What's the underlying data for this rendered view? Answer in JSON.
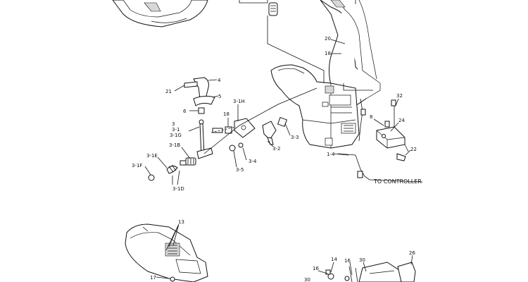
{
  "callouts": {
    "c4": "4",
    "c21": "21",
    "c5": "5",
    "c6": "6",
    "c3_1H": "3-1H",
    "c18a": "18",
    "c3": "3",
    "c3_1": "3-1",
    "c3_1G": "3-1G",
    "c3_1B": "3-1B",
    "c3_1E": "3-1E",
    "c3_1F": "3-1F",
    "c3_1D": "3-1D",
    "c3_5": "3-5",
    "c3_4": "3-4",
    "c3_2": "3-2",
    "c3_3": "3-3",
    "c1_4": "1-4",
    "c20": "20",
    "c18b": "18",
    "c32": "32",
    "c8": "8",
    "c24": "24",
    "c22": "22",
    "c13": "13",
    "c17": "17",
    "c14": "14",
    "c16a": "16",
    "c16b": "16",
    "c30a": "30",
    "c30b": "30",
    "c26": "26"
  },
  "annotations": {
    "to_controller": "TO CONTROLLER"
  }
}
